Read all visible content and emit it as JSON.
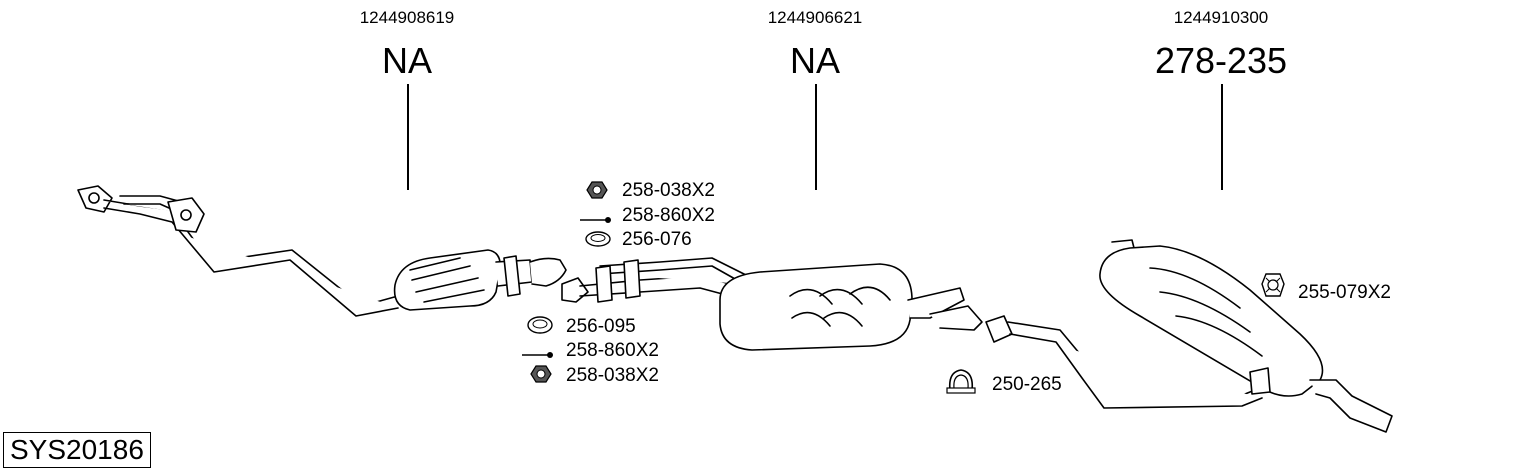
{
  "groups": [
    {
      "oem": "1244908619",
      "code": "NA"
    },
    {
      "oem": "1244906621",
      "code": "NA"
    },
    {
      "oem": "1244910300",
      "code": "278-235"
    }
  ],
  "parts": {
    "top_nut": "258-038X2",
    "top_bolt": "258-860X2",
    "top_ring": "256-076",
    "bottom_ring": "256-095",
    "bottom_bolt": "258-860X2",
    "bottom_nut": "258-038X2",
    "clamp": "250-265",
    "hanger": "255-079X2"
  },
  "system_id": "SYS20186"
}
